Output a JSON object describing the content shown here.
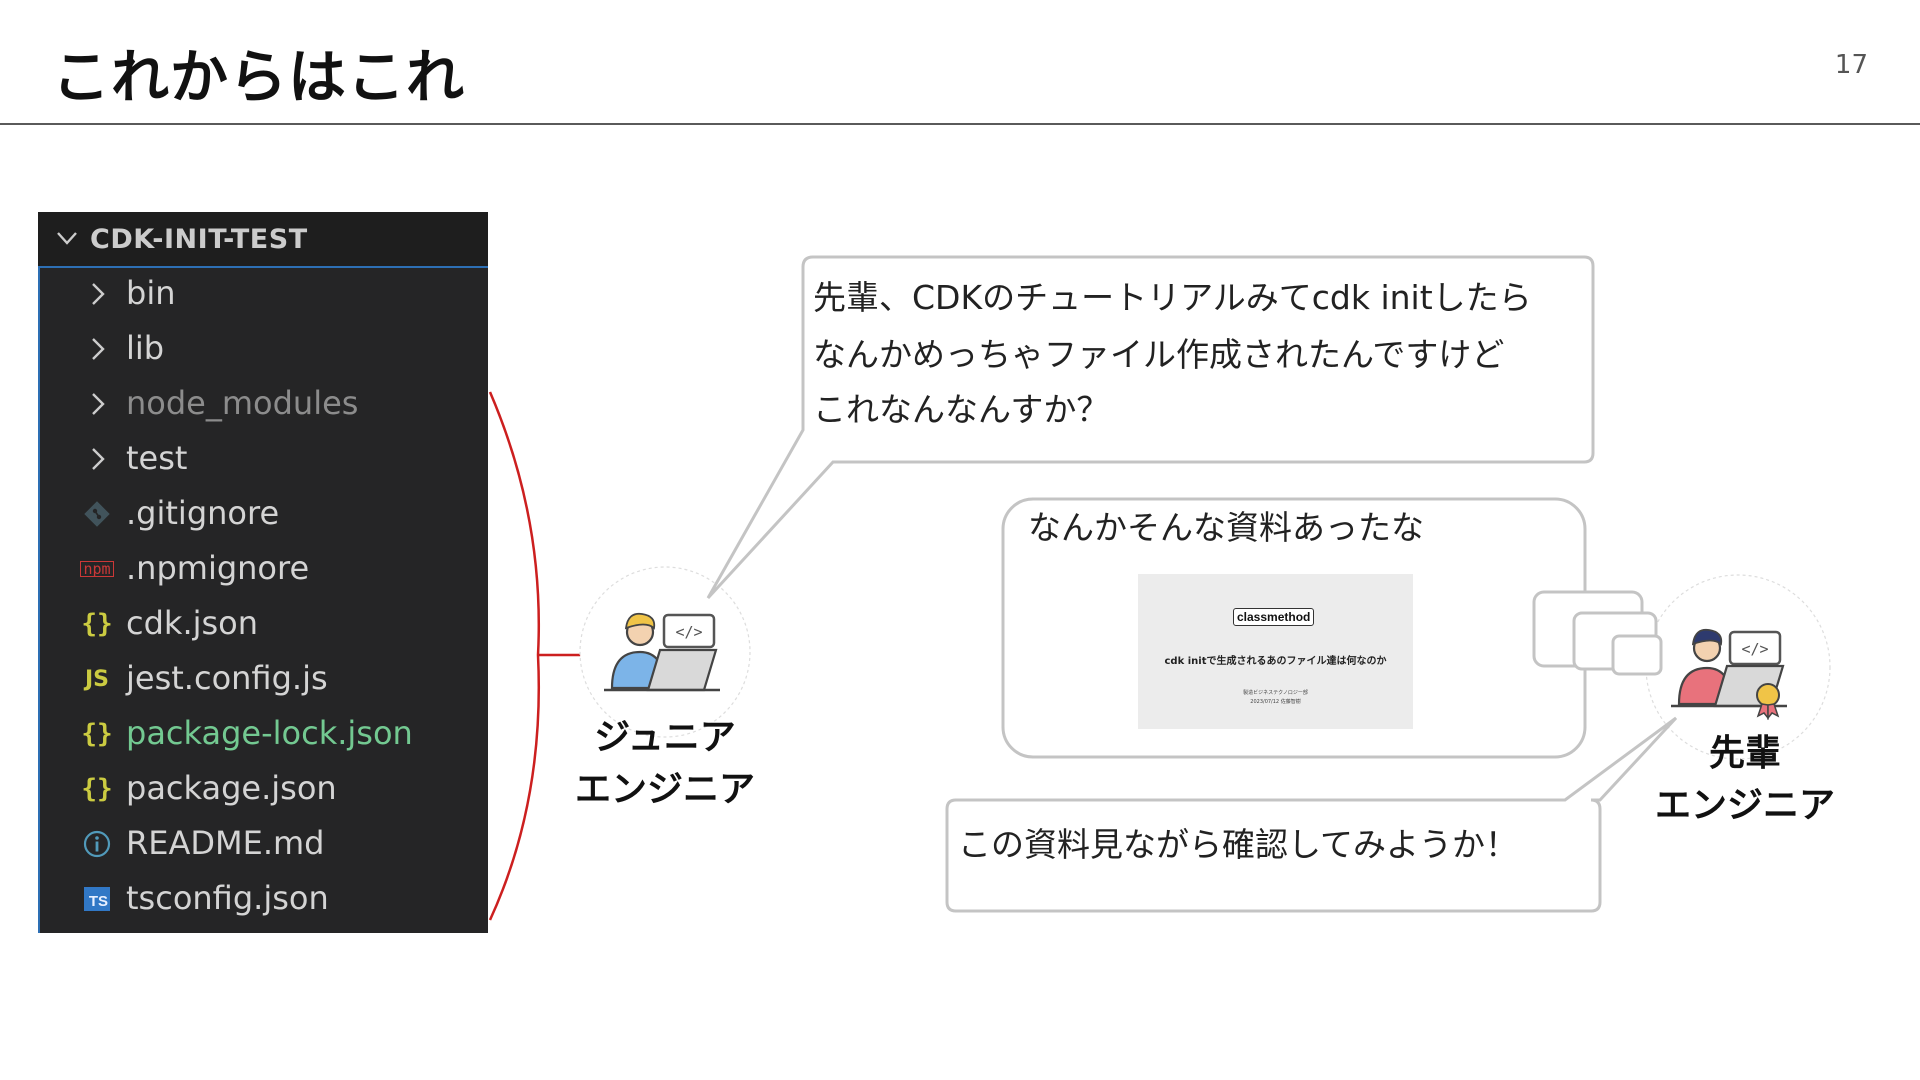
{
  "slide": {
    "title": "これからはこれ",
    "page_number": "17"
  },
  "explorer": {
    "root": "CDK-INIT-TEST",
    "items": [
      {
        "label": "bin",
        "type": "folder",
        "icon": "chevron-right-icon"
      },
      {
        "label": "lib",
        "type": "folder",
        "icon": "chevron-right-icon"
      },
      {
        "label": "node_modules",
        "type": "folder",
        "icon": "chevron-right-icon"
      },
      {
        "label": "test",
        "type": "folder",
        "icon": "chevron-right-icon"
      },
      {
        "label": ".gitignore",
        "type": "file",
        "icon": "git-icon"
      },
      {
        "label": ".npmignore",
        "type": "file",
        "icon": "npm-icon",
        "icon_text": "npm"
      },
      {
        "label": "cdk.json",
        "type": "file",
        "icon": "json-icon",
        "icon_text": "{}"
      },
      {
        "label": "jest.config.js",
        "type": "file",
        "icon": "js-icon",
        "icon_text": "JS"
      },
      {
        "label": "package-lock.json",
        "type": "file",
        "icon": "json-icon",
        "icon_text": "{}"
      },
      {
        "label": "package.json",
        "type": "file",
        "icon": "json-icon",
        "icon_text": "{}"
      },
      {
        "label": "README.md",
        "type": "file",
        "icon": "info-icon"
      },
      {
        "label": "tsconfig.json",
        "type": "file",
        "icon": "ts-icon",
        "icon_text": "TS"
      }
    ]
  },
  "speech": {
    "junior_question": [
      "先輩、CDKのチュートリアルみてcdk initしたら",
      "なんかめっちゃファイル作成されたんですけど",
      "これなんなんすか？"
    ],
    "senior_thought": "なんかそんな資料あったな",
    "senior_reply": "この資料見ながら確認してみようか！"
  },
  "document_thumbnail": {
    "logo": "classmethod",
    "title": "cdk initで生成されるあのファイル達は何なのか",
    "subtitle": "製造ビジネステクノロジー部",
    "date_author": "2023/07/12 佐藤智樹"
  },
  "roles": {
    "junior": [
      "ジュニア",
      "エンジニア"
    ],
    "senior": [
      "先輩",
      "エンジニア"
    ]
  },
  "colors": {
    "bracket": "#cc1f1f",
    "bubble_border": "#c4c4c4",
    "explorer_bg": "#252526",
    "accent_blue": "#2d6fb4",
    "modified_green": "#73c991",
    "person_shirt_junior": "#7cb4e8",
    "person_shirt_senior": "#e8727c"
  }
}
